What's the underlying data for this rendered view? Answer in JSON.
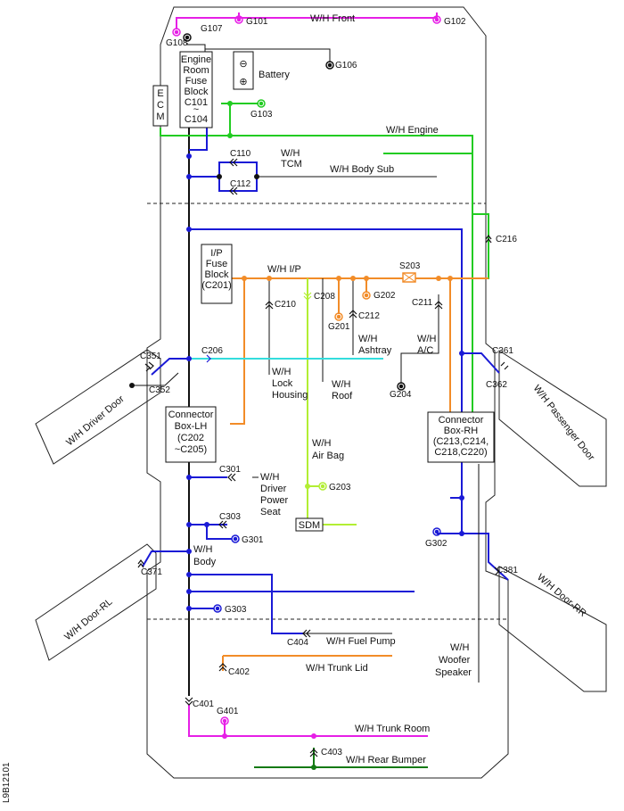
{
  "colors": {
    "magenta": "#e61fe6",
    "green": "#22cc22",
    "black": "#111111",
    "blue": "#1a1ad6",
    "orange": "#f28c28",
    "cyan": "#33dddd",
    "yellowgreen": "#b2ee33",
    "darkgreen": "#137a13"
  },
  "harness_labels": {
    "front": "W/H Front",
    "engine": "W/H Engine",
    "tcm_1": "W/H",
    "tcm_2": "TCM",
    "body_sub": "W/H Body Sub",
    "ip": "W/H I/P",
    "lock_1": "W/H",
    "lock_2": "Lock",
    "lock_3": "Housing",
    "roof_1": "W/H",
    "roof_2": "Roof",
    "ashtray_1": "W/H",
    "ashtray_2": "Ashtray",
    "ac_1": "W/H",
    "ac_2": "A/C",
    "airbag_1": "W/H",
    "airbag_2": "Air Bag",
    "dps_1": "W/H",
    "dps_2": "Driver",
    "dps_3": "Power",
    "dps_4": "Seat",
    "body_1": "W/H",
    "body_2": "Body",
    "fuel_pump": "W/H Fuel Pump",
    "trunk_lid": "W/H Trunk Lid",
    "woofer_1": "W/H",
    "woofer_2": "Woofer",
    "woofer_3": "Speaker",
    "trunk_room": "W/H Trunk Room",
    "rear_bumper": "W/H Rear Bumper",
    "driver_door": "W/H Driver Door",
    "passenger_door": "W/H Passenger Door",
    "door_rl": "W/H Door-RL",
    "door_rr": "W/H Door-RR"
  },
  "boxes": {
    "erfb_1": "Engine",
    "erfb_2": "Room",
    "erfb_3": "Fuse",
    "erfb_4": "Block",
    "erfb_5": "C101",
    "erfb_6": "~",
    "erfb_7": "C104",
    "ecm_1": "E",
    "ecm_2": "C",
    "ecm_3": "M",
    "battery": "Battery",
    "battery_minus": "⊖",
    "battery_plus": "⊕",
    "ipfb_1": "I/P",
    "ipfb_2": "Fuse",
    "ipfb_3": "Block",
    "ipfb_4": "(C201)",
    "cblh_1": "Connector",
    "cblh_2": "Box-LH",
    "cblh_3": "(C202",
    "cblh_4": "~C205)",
    "cbrh_1": "Connector",
    "cbrh_2": "Box-RH",
    "cbrh_3": "(C213,C214,",
    "cbrh_4": "C218,C220)",
    "sdm": "SDM"
  },
  "grounds": {
    "g101": "G101",
    "g102": "G102",
    "g103": "G103",
    "g106": "G106",
    "g107": "G107",
    "g108": "G108",
    "g201": "G201",
    "g202": "G202",
    "g203": "G203",
    "g204": "G204",
    "g301": "G301",
    "g302": "G302",
    "g303": "G303",
    "g401": "G401"
  },
  "connectors": {
    "c110": "C110",
    "c112": "C112",
    "c206": "C206",
    "c208": "C208",
    "c210": "C210",
    "c211": "C211",
    "c212": "C212",
    "c216": "C216",
    "c301": "C301",
    "c303": "C303",
    "c351": "C351",
    "c352": "C352",
    "c361": "C361",
    "c362": "C362",
    "c371": "C371",
    "c381": "C381",
    "c401": "C401",
    "c402": "C402",
    "c403": "C403",
    "c404": "C404",
    "s203": "S203"
  },
  "figure_id": "L9B12101"
}
